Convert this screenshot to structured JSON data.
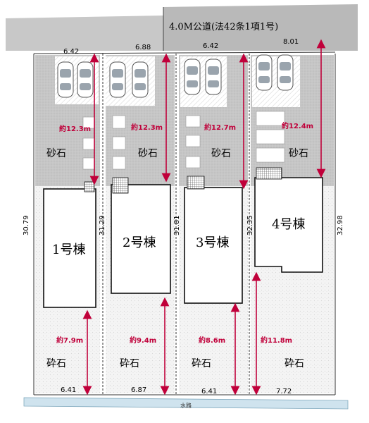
{
  "road": {
    "label": "4.0M公道(法42条1項1号)",
    "color": "#c8c8c8"
  },
  "waterway": {
    "label": "水路",
    "color": "#cfe3ee"
  },
  "colors": {
    "gravel_gray": "#c9c9c9",
    "crushed_stone": "#f3f3f3",
    "arrow_red": "#c0003a",
    "lot_line": "#333333"
  },
  "lots": [
    {
      "building": "1号棟",
      "front_width": "6.42",
      "rear_width": "6.41",
      "depth_left": "30.79",
      "road_to_building": "約12.3m",
      "building_to_back": "約7.9m",
      "gravel": "砂石",
      "crushed": "砕石"
    },
    {
      "building": "2号棟",
      "front_width": "6.88",
      "rear_width": "6.87",
      "depth_left": "31.29",
      "road_to_building": "約12.3m",
      "building_to_back": "約9.4m",
      "gravel": "砂石",
      "crushed": "砕石"
    },
    {
      "building": "3号棟",
      "front_width": "6.42",
      "rear_width": "6.41",
      "depth_left": "31.81",
      "road_to_building": "約12.7m",
      "building_to_back": "約8.6m",
      "gravel": "砂石",
      "crushed": "砕石"
    },
    {
      "building": "4号棟",
      "front_width": "8.01",
      "rear_width": "7.72",
      "depth_left": "32.35",
      "depth_right": "32.98",
      "road_to_building": "約12.4m",
      "building_to_back": "約11.8m",
      "gravel": "砂石",
      "crushed": "砕石"
    }
  ]
}
